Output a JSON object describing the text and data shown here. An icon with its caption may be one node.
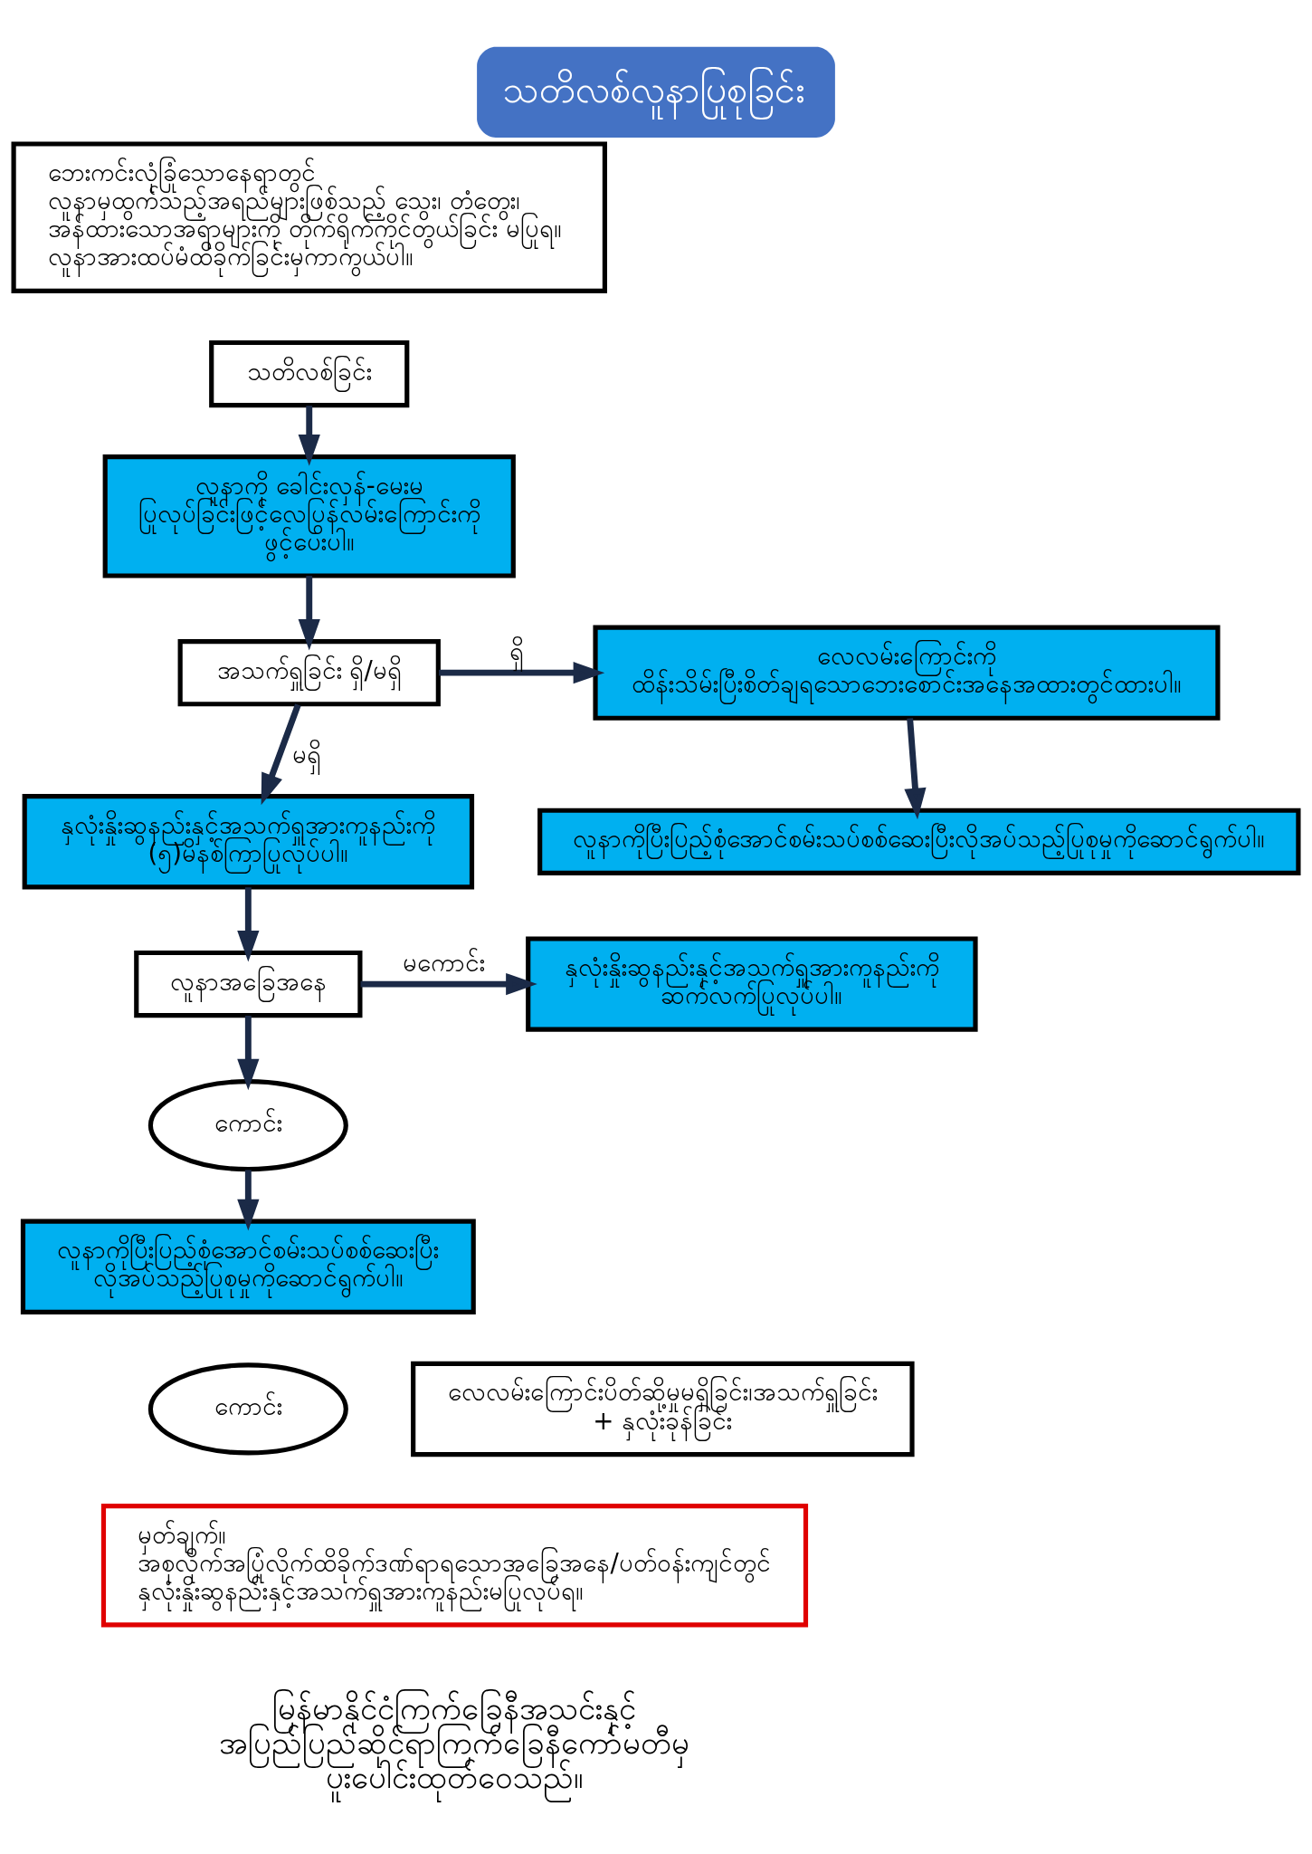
{
  "diagram": {
    "title": "သတိလစ်လူနာပြုစုခြင်း",
    "caption": "မြန်မာနိုင်ငံကြက်ခြေနီအသင်းနှင့် အပြည်ပြည်ဆိုင်ရာကြက်ခြေနီကော်မတီမှ ပူးပေါင်းထုတ်ဝေသည်။",
    "nodes": [
      {
        "text": [
          "ဘေးကင်းလုံခြုံသောနေရာတွင်",
          "လူနာမှထွက်သည့်အရည်များဖြစ်သည့် သွေး၊ တံတွေး၊ အန်ထားသောအရာများကို တိုက်ရိုက်ကိုင်တွယ်ခြင်း မပြုရ။",
          "လူနာအားထပ်မံထိခိုက်ခြင်းမှကာကွယ်ပါ။"
        ]
      },
      {
        "text": [
          "သတိလစ်ခြင်း"
        ]
      },
      {
        "text": [
          "လူနာကို ခေါင်းလှန်-မေးမ ပြုလုပ်ခြင်းဖြင့်လေပြွန်လမ်းကြောင်းကို ဖွင့်ပေးပါ။"
        ]
      },
      {
        "text": [
          "အသက်ရှူခြင်း ရှိ/မရှိ"
        ]
      },
      {
        "text": [
          "လေလမ်းကြောင်းကို ထိန်းသိမ်းပြီးစိတ်ချရသောဘေးစောင်းအနေအထားတွင်ထားပါ။"
        ]
      },
      {
        "text": [
          "လူနာကိုပြီးပြည့်စုံအောင်စမ်းသပ်စစ်ဆေးပြီးလိုအပ်သည့်ပြုစုမှုကိုဆောင်ရွက်ပါ။"
        ]
      },
      {
        "text": [
          "နှလုံးနှိုးဆွနည်းနှင့်အသက်ရှူအားကူနည်းကို (၅)မိနစ်ကြာပြုလုပ်ပါ။"
        ]
      },
      {
        "text": [
          "လူနာအခြေအနေ"
        ]
      },
      {
        "text": [
          "နှလုံးနှိုးဆွနည်းနှင့်အသက်ရှူအားကူနည်းကို ဆက်လက်ပြုလုပ်ပါ။"
        ]
      },
      {
        "text": [
          "ကောင်း"
        ]
      },
      {
        "text": [
          "လူနာကိုပြီးပြည့်စုံအောင်စမ်းသပ်စစ်ဆေးပြီး လိုအပ်သည့်ပြုစုမှုကိုဆောင်ရွက်ပါ။"
        ]
      },
      {
        "text": [
          "ကောင်း"
        ]
      },
      {
        "text": [
          "လေလမ်းကြောင်းပိတ်ဆို့မှုမရှိခြင်း၊အသက်ရှူခြင်း + နှလုံးခုန်ခြင်း"
        ]
      },
      {
        "text": [
          "မှတ်ချက်။",
          "အစုလိုက်အပြုံလိုက်ထိခိုက်ဒဏ်ရာရသောအခြေအနေ/ပတ်ဝန်းကျင်တွင် နှလုံးနှိုးဆွနည်းနှင့်အသက်ရှူအားကူနည်းမပြုလုပ်ရ။"
        ]
      }
    ],
    "edges": [
      {
        "from": 1,
        "to": 2,
        "arrow": "to"
      },
      {
        "from": 2,
        "to": 3,
        "arrow": "to"
      },
      {
        "from": 3,
        "to": 4,
        "arrow": "to",
        "label": "ရှိ"
      },
      {
        "from": 3,
        "to": 6,
        "arrow": "to",
        "label": "မရှိ"
      },
      {
        "from": 4,
        "to": 5,
        "arrow": "to"
      },
      {
        "from": 6,
        "to": 7,
        "arrow": "to"
      },
      {
        "from": 7,
        "to": 8,
        "arrow": "to",
        "label": "မကောင်း"
      },
      {
        "from": 7,
        "to": 9,
        "arrow": "to"
      },
      {
        "from": 9,
        "to": 10,
        "arrow": "to"
      }
    ]
  }
}
